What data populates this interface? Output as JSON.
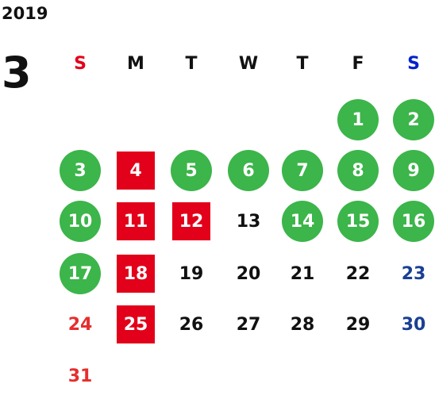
{
  "year": "2019",
  "month": "3",
  "colors": {
    "holiday_green": "#3cb54a",
    "marked_red": "#e2001a",
    "sunday_red": "#e62e2d",
    "saturday_blue": "#1a3f94",
    "weekday_black": "#111111",
    "sunday_header": "#e4001b",
    "saturday_header": "#0022cc"
  },
  "weekdays": [
    "S",
    "M",
    "T",
    "W",
    "T",
    "F",
    "S"
  ],
  "weekday_styles": [
    "sunday",
    "normal",
    "normal",
    "normal",
    "normal",
    "normal",
    "saturday"
  ],
  "days": [
    {
      "label": "1",
      "row": 0,
      "col": 5,
      "style": "green"
    },
    {
      "label": "2",
      "row": 0,
      "col": 6,
      "style": "green"
    },
    {
      "label": "3",
      "row": 1,
      "col": 0,
      "style": "green"
    },
    {
      "label": "4",
      "row": 1,
      "col": 1,
      "style": "red"
    },
    {
      "label": "5",
      "row": 1,
      "col": 2,
      "style": "green"
    },
    {
      "label": "6",
      "row": 1,
      "col": 3,
      "style": "green"
    },
    {
      "label": "7",
      "row": 1,
      "col": 4,
      "style": "green"
    },
    {
      "label": "8",
      "row": 1,
      "col": 5,
      "style": "green"
    },
    {
      "label": "9",
      "row": 1,
      "col": 6,
      "style": "green"
    },
    {
      "label": "10",
      "row": 2,
      "col": 0,
      "style": "green"
    },
    {
      "label": "11",
      "row": 2,
      "col": 1,
      "style": "red"
    },
    {
      "label": "12",
      "row": 2,
      "col": 2,
      "style": "red"
    },
    {
      "label": "13",
      "row": 2,
      "col": 3,
      "style": "plain"
    },
    {
      "label": "14",
      "row": 2,
      "col": 4,
      "style": "green"
    },
    {
      "label": "15",
      "row": 2,
      "col": 5,
      "style": "green"
    },
    {
      "label": "16",
      "row": 2,
      "col": 6,
      "style": "green"
    },
    {
      "label": "17",
      "row": 3,
      "col": 0,
      "style": "green"
    },
    {
      "label": "18",
      "row": 3,
      "col": 1,
      "style": "red"
    },
    {
      "label": "19",
      "row": 3,
      "col": 2,
      "style": "plain"
    },
    {
      "label": "20",
      "row": 3,
      "col": 3,
      "style": "plain"
    },
    {
      "label": "21",
      "row": 3,
      "col": 4,
      "style": "plain"
    },
    {
      "label": "22",
      "row": 3,
      "col": 5,
      "style": "plain"
    },
    {
      "label": "23",
      "row": 3,
      "col": 6,
      "style": "saturday"
    },
    {
      "label": "24",
      "row": 4,
      "col": 0,
      "style": "sunday"
    },
    {
      "label": "25",
      "row": 4,
      "col": 1,
      "style": "red"
    },
    {
      "label": "26",
      "row": 4,
      "col": 2,
      "style": "plain"
    },
    {
      "label": "27",
      "row": 4,
      "col": 3,
      "style": "plain"
    },
    {
      "label": "28",
      "row": 4,
      "col": 4,
      "style": "plain"
    },
    {
      "label": "29",
      "row": 4,
      "col": 5,
      "style": "plain"
    },
    {
      "label": "30",
      "row": 4,
      "col": 6,
      "style": "saturday"
    },
    {
      "label": "31",
      "row": 5,
      "col": 0,
      "style": "sunday"
    }
  ]
}
